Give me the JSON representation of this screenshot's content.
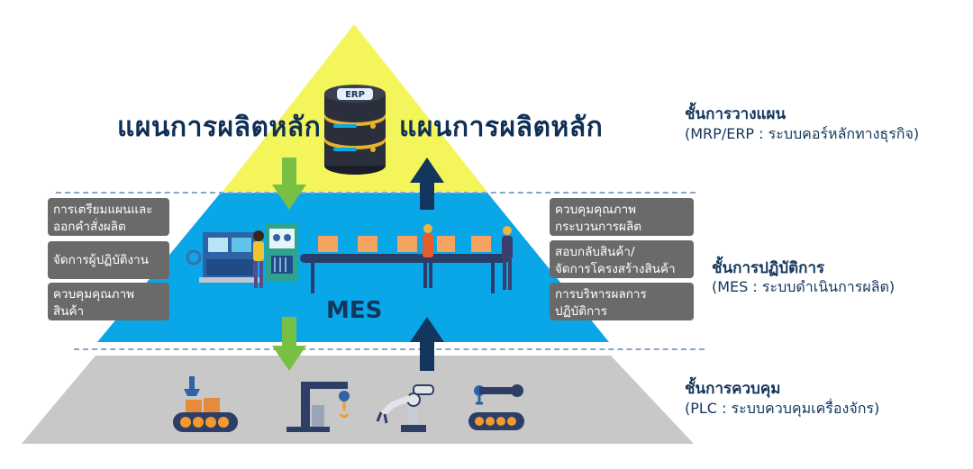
{
  "colors": {
    "top_layer": "#f3f55a",
    "middle_layer": "#0aa7e8",
    "bottom_layer": "#c8c8c8",
    "navy": "#13365e",
    "green_arrow": "#77c043",
    "box_gray": "#6a6a6a"
  },
  "top": {
    "left_title": "แผนการผลิตหลัก",
    "right_title": "แผนการผลิตหลัก",
    "erp_badge": "ERP"
  },
  "middle": {
    "mes_label": "MES",
    "left_boxes": [
      "การเตรียมแผนและ\nออกคำสั่งผลิต",
      "จัดการผู้ปฏิบัติงาน",
      "ควบคุมคุณภาพ\nสินค้า"
    ],
    "right_boxes": [
      "ควบคุมคุณภาพ\nกระบวนการผลิต",
      "สอบกลับสินค้า/\nจัดการโครงสร้างสินค้า",
      "การบริหารผลการ\nปฏิบัติการ"
    ]
  },
  "levels": [
    {
      "title": "ชั้นการวางแผน",
      "subtitle": "(MRP/ERP : ระบบคอร์หลักทางธุรกิจ)"
    },
    {
      "title": "ชั้นการปฏิบัติการ",
      "subtitle": "(MES : ระบบดำเนินการผลิต)"
    },
    {
      "title": "ชั้นการควบคุม",
      "subtitle": "(PLC : ระบบควบคุมเครื่องจักร)"
    }
  ],
  "icons": {
    "server": "erp-server-icon",
    "factory": "factory-line-icon",
    "machines": [
      "packing-robot-icon",
      "crane-arm-icon",
      "robotic-arm-icon",
      "conveyor-robot-icon"
    ]
  }
}
